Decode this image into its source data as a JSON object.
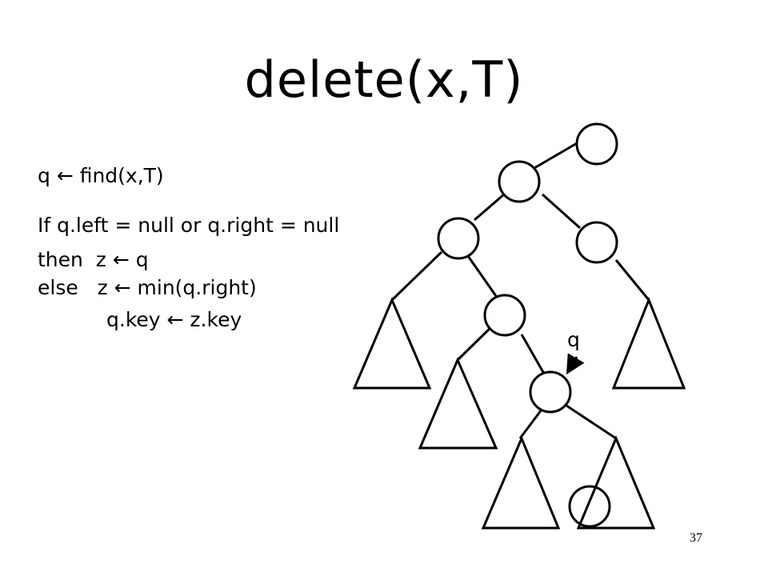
{
  "slide": {
    "title": "delete(x,T)",
    "page_number": "37"
  },
  "code": {
    "line1": "q ← find(x,T)",
    "line2": "If q.left = null or q.right = null",
    "line3": "then  z ← q",
    "line4": "else   z ← min(q.right)",
    "line5": "q.key ← z.key"
  },
  "diagram": {
    "q_label": "q"
  }
}
